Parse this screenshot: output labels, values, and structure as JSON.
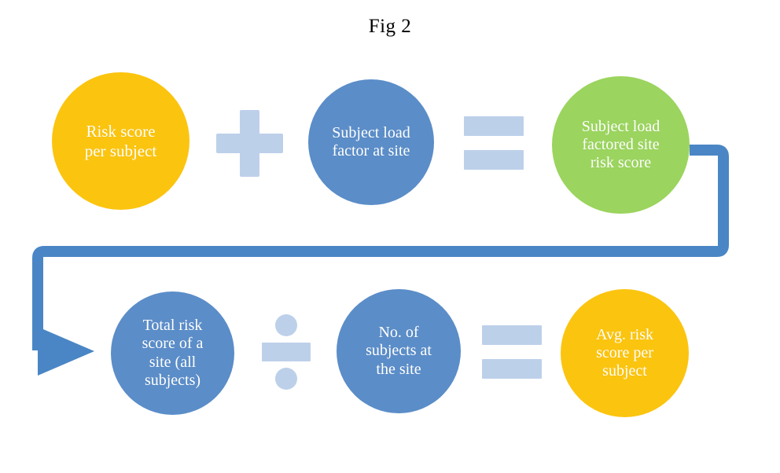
{
  "figure": {
    "title": "Fig 2",
    "background": "#ffffff"
  },
  "colors": {
    "yellow": "#FBC40F",
    "blue": "#5B8DC8",
    "green": "#9BD45E",
    "operator": "#BDD0EA",
    "connector": "#4A86C5",
    "text_on_node": "#FFFFFF",
    "title_text": "#000000"
  },
  "row_top": {
    "nodes": [
      {
        "id": "risk-score-per-subject",
        "label": "Risk score\nper subject",
        "color_key": "yellow",
        "shape": "circle"
      },
      {
        "id": "subject-load-factor-at-site",
        "label": "Subject load\nfactor at site",
        "color_key": "blue",
        "shape": "circle"
      },
      {
        "id": "subject-load-factored-site-risk-score",
        "label": "Subject load\nfactored site\nrisk score",
        "color_key": "green",
        "shape": "circle"
      }
    ],
    "operators": [
      {
        "id": "plus-operator",
        "symbol": "+",
        "name": "plus"
      },
      {
        "id": "equals-operator-top",
        "symbol": "=",
        "name": "equals"
      }
    ]
  },
  "row_bottom": {
    "nodes": [
      {
        "id": "total-risk-score-of-a-site",
        "label": "Total risk\nscore of a\nsite (all\nsubjects)",
        "color_key": "blue",
        "shape": "circle"
      },
      {
        "id": "no-of-subjects-at-the-site",
        "label": "No. of\nsubjects at\nthe site",
        "color_key": "blue",
        "shape": "circle"
      },
      {
        "id": "avg-risk-score-per-subject",
        "label": "Avg. risk\nscore per\nsubject",
        "color_key": "yellow",
        "shape": "circle"
      }
    ],
    "operators": [
      {
        "id": "divide-operator",
        "symbol": "÷",
        "name": "divide"
      },
      {
        "id": "equals-operator-bottom",
        "symbol": "=",
        "name": "equals"
      }
    ]
  },
  "connector": {
    "id": "flow-arrow",
    "description": "elbow arrow from subject load factored site risk score to total risk score of a site",
    "from": "subject-load-factored-site-risk-score",
    "to": "total-risk-score-of-a-site",
    "arrowhead": "right"
  }
}
